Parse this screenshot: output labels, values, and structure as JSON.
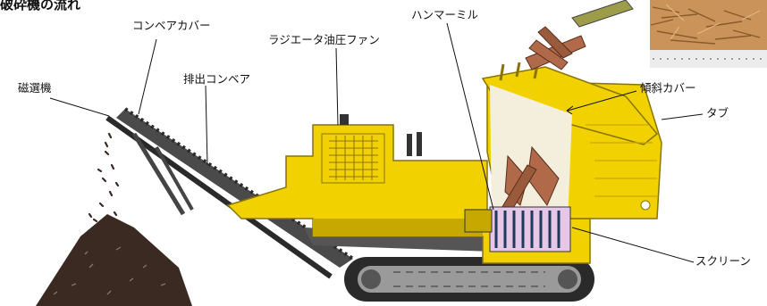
{
  "title": "破砕機の流れ",
  "labels": {
    "conveyor_cover": "コンベアカバー",
    "radiator_fan": "ラジエータ油圧ファン",
    "hammer_mill": "ハンマーミル",
    "magnet": "磁選機",
    "discharge_conveyor": "排出コンベア",
    "tilt_cover": "傾斜カバー",
    "tub": "タブ",
    "screen": "スクリーン"
  },
  "colors": {
    "machine_yellow": "#f2d100",
    "machine_shadow": "#c7a800",
    "track_dark": "#2a2a2a",
    "chip_brown": "#3b2a22",
    "wood": "#b06a4a"
  }
}
